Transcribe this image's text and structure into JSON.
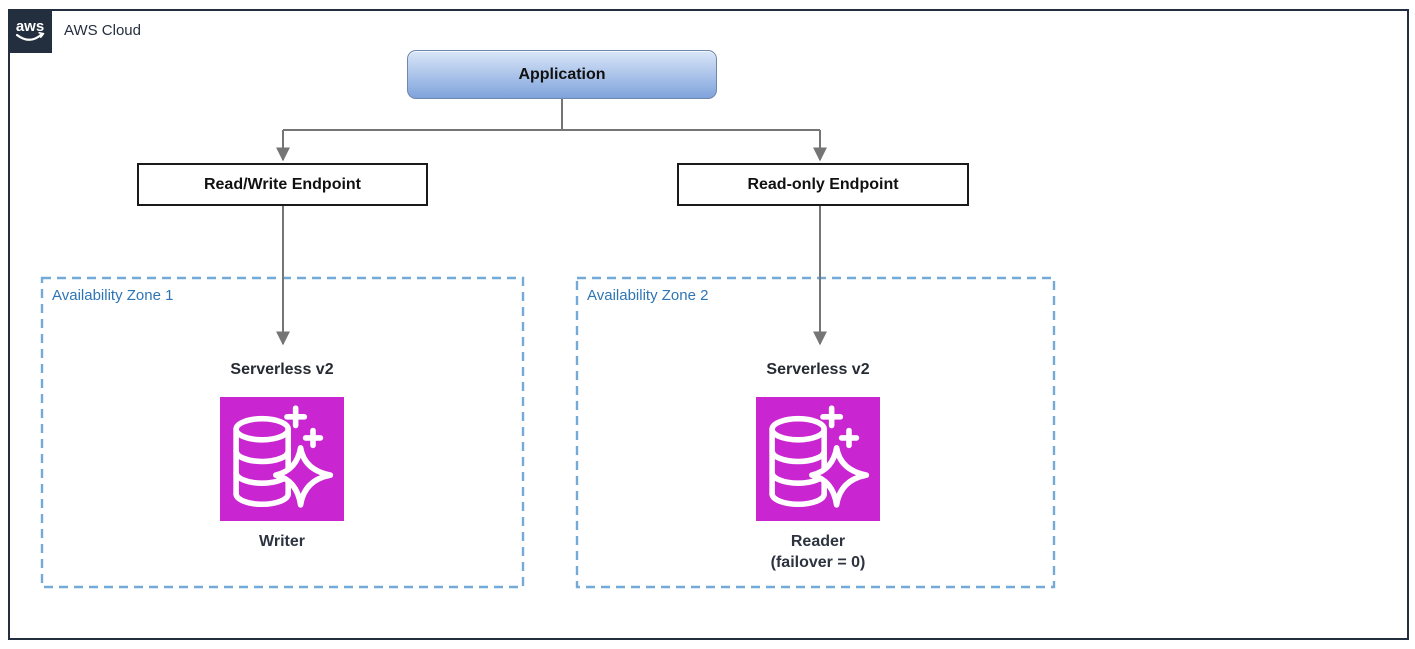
{
  "diagram": {
    "cloud": {
      "label": "AWS Cloud",
      "logo_text": "aws"
    },
    "application": {
      "label": "Application"
    },
    "endpoints": [
      {
        "label": "Read/Write Endpoint"
      },
      {
        "label": "Read-only Endpoint"
      }
    ],
    "zones": [
      {
        "label": "Availability Zone 1",
        "instance": {
          "title": "Serverless v2",
          "role": "Writer"
        }
      },
      {
        "label": "Availability Zone 2",
        "instance": {
          "title": "Serverless v2",
          "role": "Reader",
          "note": "(failover = 0)"
        }
      }
    ],
    "icons": {
      "logo": "aws-logo-icon",
      "database": "aurora-serverless-database-sparkle-icon"
    },
    "colors": {
      "border_navy": "#232F3E",
      "arrow_gray": "#757575",
      "az_blue": "#2E75B6",
      "az_border": "#74A9D8",
      "db_magenta": "#C925D1",
      "app_grad_top": "#D9E6F8",
      "app_grad_bottom": "#7FA3DC",
      "app_border": "#6E87AC"
    }
  }
}
